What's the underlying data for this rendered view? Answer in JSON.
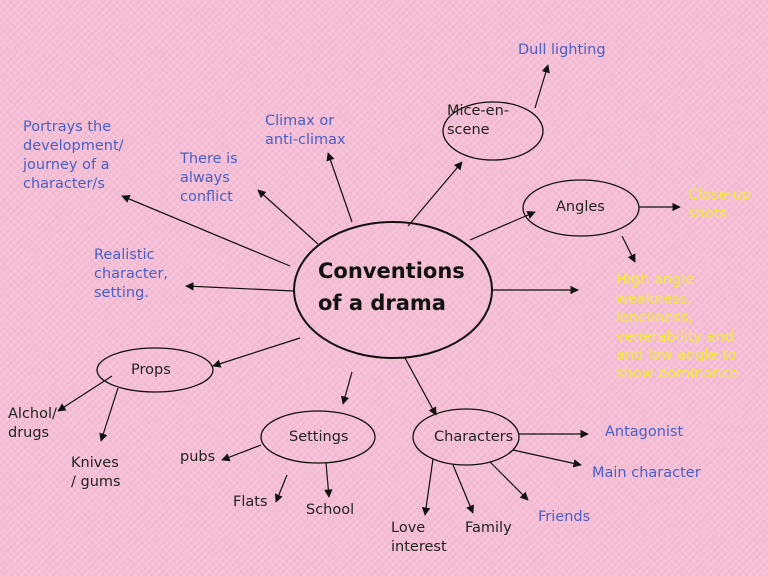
{
  "center": "Conventions\nof a drama",
  "nodes": {
    "mise_en_scene": "Mice-en-\nscene",
    "angles": "Angles",
    "props": "Props",
    "settings": "Settings",
    "characters": "Characters"
  },
  "branches": {
    "development": "Portrays the\ndevelopment/\njourney of a\ncharacter/s",
    "climax": "Climax or\nanti-climax",
    "conflict": "There is\nalways\nconflict",
    "realistic": "Realistic\ncharacter,\nsetting.",
    "dull_lighting": "Dull lighting",
    "close_up": "Close-up\nshots",
    "high_angle": "High angle\nweakness,\nloneliness,\nvenerability and\nand low angle to\nshow dominance",
    "alcohol": "Alchol/\ndrugs",
    "knives": "Knives\n/ gums",
    "pubs": "pubs",
    "flats": "Flats",
    "school": "School",
    "love_interest": "Love\ninterest",
    "family": "Family",
    "friends": "Friends",
    "antagonist": "Antagonist",
    "main_character": "Main character"
  },
  "colors": {
    "background": "#f5bfd6",
    "blue_text": "#4a5fc4",
    "yellow_text": "#f2ea33",
    "dark_text": "#222222"
  }
}
